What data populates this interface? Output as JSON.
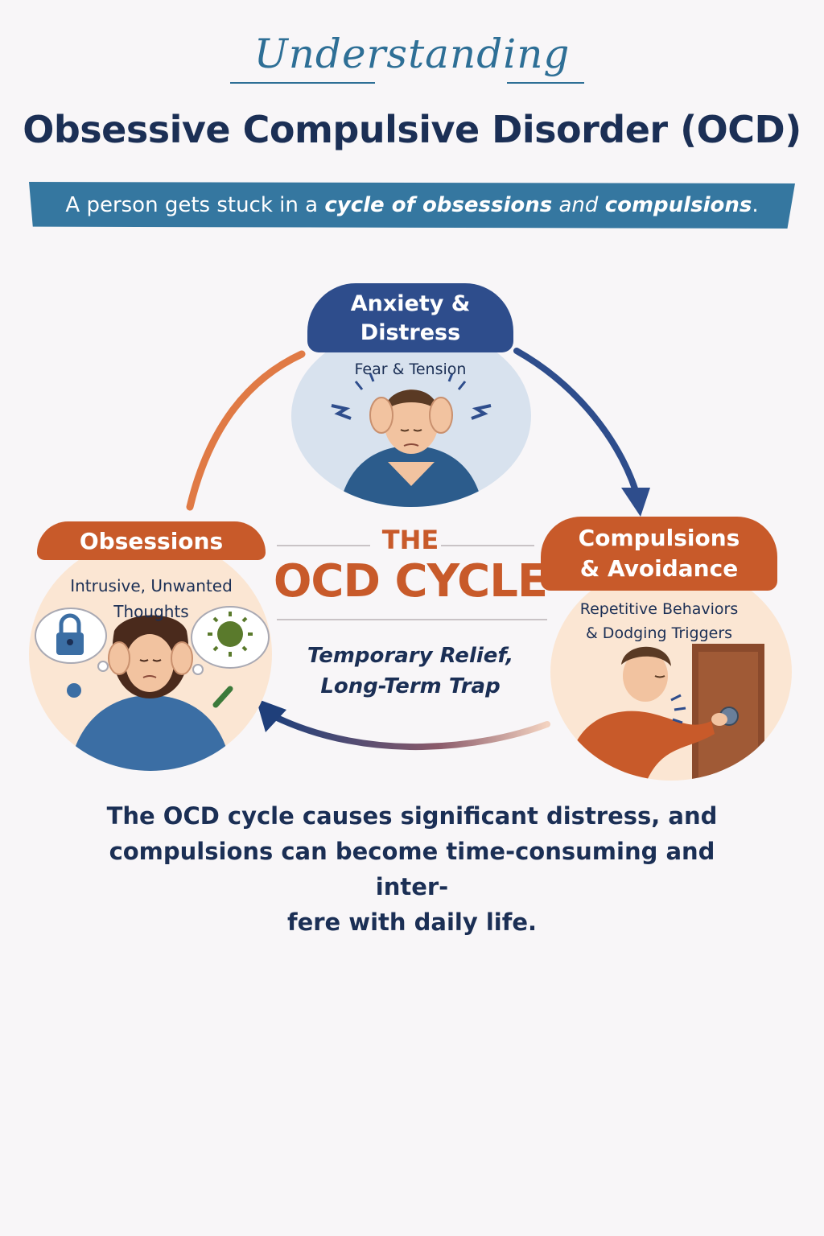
{
  "header": {
    "script_title": "Understanding",
    "title": "Obsessive Compulsive Disorder (OCD)"
  },
  "banner": {
    "text_plain": "A person gets stuck in a ",
    "text_emph_1": "cycle of obsessions",
    "text_and": " and ",
    "text_emph_2": "compulsions",
    "text_end": "."
  },
  "nodes": {
    "anxiety": {
      "title_line1": "Anxiety &",
      "title_line2": "Distress",
      "subtitle": "Fear & Tension"
    },
    "obsessions": {
      "title": "Obsessions",
      "subtitle_line1": "Intrusive, Unwanted",
      "subtitle_line2": "Thoughts"
    },
    "compulsions": {
      "title_line1": "Compulsions",
      "title_line2": "& Avoidance",
      "subtitle_line1": "Repetitive Behaviors",
      "subtitle_line2": "& Dodging Triggers"
    }
  },
  "center": {
    "the": "THE",
    "cycle": "OCD CYCLE",
    "tag_line1": "Temporary Relief,",
    "tag_line2": "Long-Term Trap"
  },
  "footer": {
    "line1": "The OCD cycle causes significant distress, and",
    "line2": "compulsions can become time-consuming and inter-",
    "line3": "fere with daily life."
  },
  "colors": {
    "navy": "#1b2f55",
    "blue": "#2e4d8c",
    "teal": "#3577a0",
    "orange": "#c85a2a",
    "light_orange": "#e07a45"
  }
}
